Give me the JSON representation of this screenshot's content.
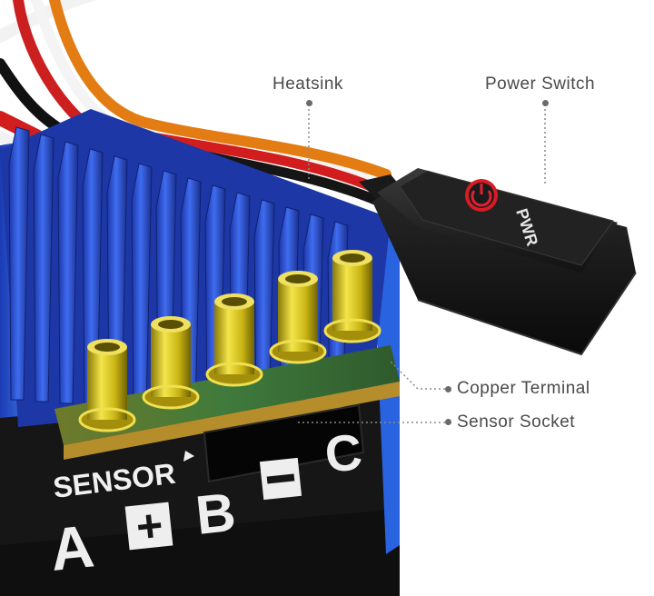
{
  "labels": {
    "heatsink": "Heatsink",
    "power_switch": "Power  Switch",
    "copper_terminal": "Copper  Terminal",
    "sensor_socket": "Sensor Socket"
  },
  "device": {
    "sensor_text": "SENSOR",
    "switch_text": "PWR",
    "phase_a": "A",
    "plus": "+",
    "phase_b": "B",
    "minus": "−",
    "phase_c": "C"
  },
  "colors": {
    "heatsink_blue": "#2f55d4",
    "terminal_gold": "#d8c520",
    "switch_red": "#e02030",
    "body_black": "#151515"
  }
}
